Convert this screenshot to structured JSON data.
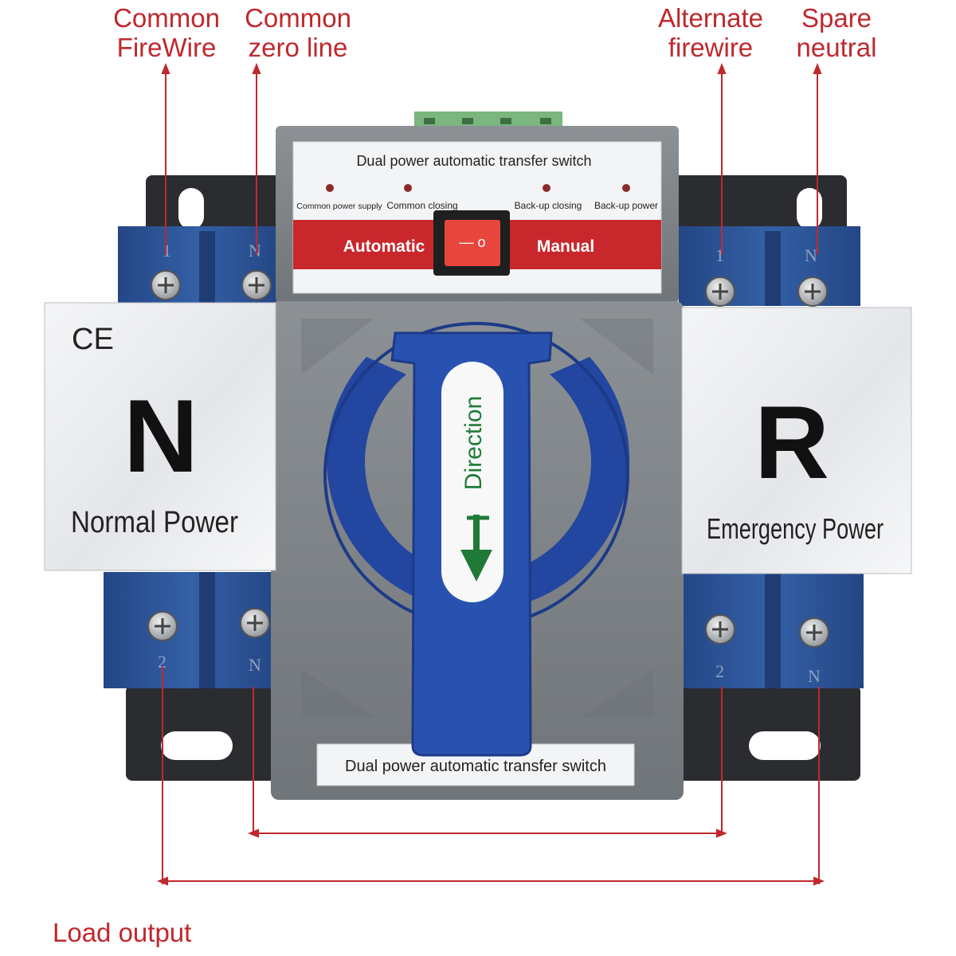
{
  "callouts": {
    "common_firewire": [
      "Common",
      "FireWire"
    ],
    "common_zero_line": [
      "Common",
      "zero line"
    ],
    "alternate_firewire": [
      "Alternate",
      "firewire"
    ],
    "spare_neutral": [
      "Spare",
      "neutral"
    ],
    "load_output": "Load output"
  },
  "device": {
    "top_label": "Dual power automatic transfer switch",
    "bottom_label": "Dual power automatic transfer switch",
    "indicators": [
      "Common power supply",
      "Common closing",
      "Back-up closing",
      "Back-up power"
    ],
    "mode_left": "Automatic",
    "mode_right": "Manual",
    "rocker_symbols": "— o",
    "handle_text": "Direction",
    "ce_mark": "CE",
    "normal_panel": {
      "letter": "N",
      "caption": "Normal Power"
    },
    "emergency_panel": {
      "letter": "R",
      "caption": "Emergency Power"
    },
    "terminal_top_left": [
      "1",
      "N"
    ],
    "terminal_top_right": [
      "1",
      "N"
    ],
    "terminal_bottom_left": [
      "2",
      "N"
    ],
    "terminal_bottom_right": [
      "2",
      "N"
    ]
  },
  "colors": {
    "callout": "#c0282d",
    "housing": "#7d8286",
    "terminal_block": "#2c4f8f",
    "handle": "#2346a0",
    "mode_bar": "#c8282c",
    "arrow": "#1f7a36"
  }
}
